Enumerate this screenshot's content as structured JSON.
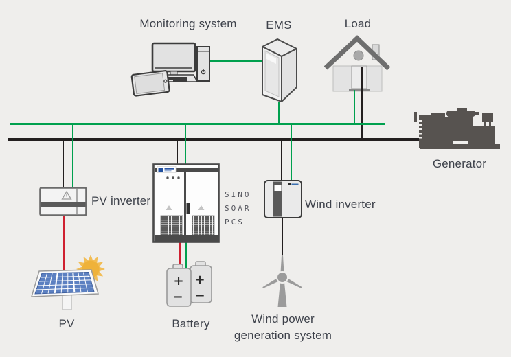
{
  "page": {
    "background": "#efeeec"
  },
  "colors": {
    "green_bus": "#00a04e",
    "black_bus": "#231f1f",
    "red_wire": "#cf2030",
    "label_text": "#3e424b",
    "brand_text": "#55565e",
    "generator_fill": "#575350",
    "sun_yellow": "#efb23a",
    "panel_cell_blue": "#5c80c1",
    "turbine_gray": "#9b9b9b"
  },
  "nodes": {
    "monitoring_system": {
      "label": "Monitoring system"
    },
    "ems": {
      "label": "EMS"
    },
    "load": {
      "label": "Load"
    },
    "generator": {
      "label": "Generator"
    },
    "pv_inverter": {
      "label": "PV inverter"
    },
    "wind_inverter": {
      "label": "Wind inverter"
    },
    "pv": {
      "label": "PV"
    },
    "battery": {
      "label": "Battery"
    },
    "wind_power": {
      "label_line1": "Wind power",
      "label_line2": "generation system"
    },
    "pcs_cabinet": {
      "brand_line1": "SINO",
      "brand_line2": "SOAR",
      "brand_line3": "PCS"
    }
  },
  "battery_symbols": {
    "plus": "+",
    "minus": "−"
  }
}
